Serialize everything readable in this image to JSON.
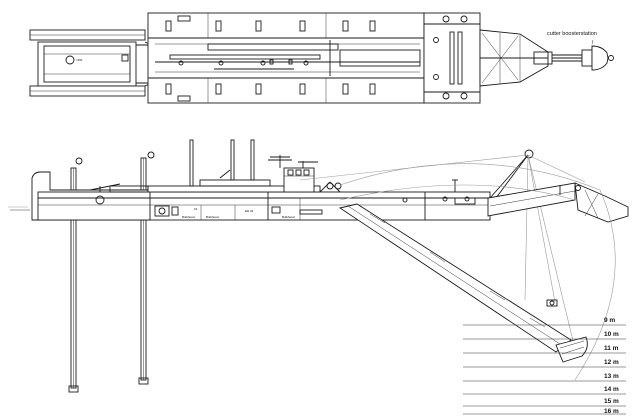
{
  "plan_view": {
    "callout": "cutter boosterstation",
    "spud_label": "i-501"
  },
  "side_view": {
    "labels": [
      "Bulkhead",
      "Bulkhead",
      "ER 34",
      "Bulkhead",
      "16"
    ]
  },
  "depth_scale": {
    "marks": [
      "9 m",
      "10 m",
      "11 m",
      "12 m",
      "13 m",
      "14 m",
      "15 m",
      "16 m"
    ]
  }
}
